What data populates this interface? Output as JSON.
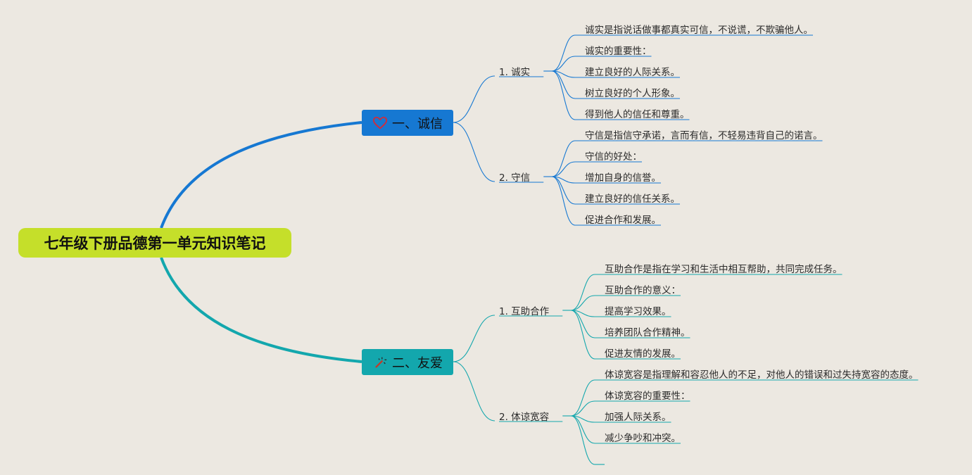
{
  "root": {
    "title": "七年级下册品德第一单元知识笔记",
    "color": "#C5DF2A"
  },
  "branches": [
    {
      "label": "一、诚信",
      "icon": "heart-icon",
      "color": "#1678D2",
      "topics": [
        {
          "label": "1. 诚实",
          "items": [
            "诚实是指说话做事都真实可信，不说谎，不欺骗他人。",
            "诚实的重要性：",
            "建立良好的人际关系。",
            "树立良好的个人形象。",
            "得到他人的信任和尊重。"
          ]
        },
        {
          "label": "2. 守信",
          "items": [
            "守信是指信守承诺，言而有信，不轻易违背自己的诺言。",
            "守信的好处：",
            "增加自身的信誉。",
            "建立良好的信任关系。",
            "促进合作和发展。"
          ]
        }
      ]
    },
    {
      "label": "二、友爱",
      "icon": "magic-wand-icon",
      "color": "#13A7AD",
      "topics": [
        {
          "label": "1. 互助合作",
          "items": [
            "互助合作是指在学习和生活中相互帮助，共同完成任务。",
            "互助合作的意义：",
            "提高学习效果。",
            "培养团队合作精神。",
            "促进友情的发展。"
          ]
        },
        {
          "label": "2. 体谅宽容",
          "items": [
            "体谅宽容是指理解和容忍他人的不足，对他人的错误和过失持宽容的态度。",
            "体谅宽容的重要性：",
            "加强人际关系。",
            "减少争吵和冲突。",
            ""
          ]
        }
      ]
    }
  ]
}
